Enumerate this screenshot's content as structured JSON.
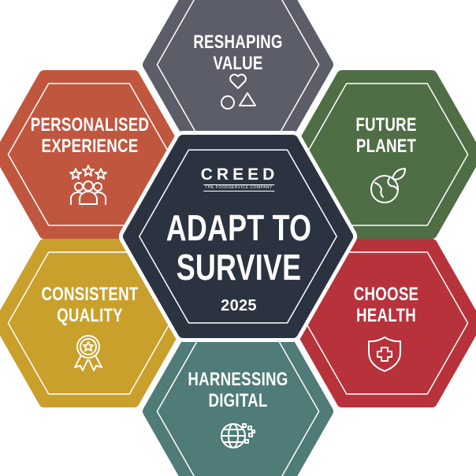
{
  "center": {
    "logo": "CREED",
    "tagline": "THE FOODSERVICE COMPANY",
    "title_line1": "ADAPT TO",
    "title_line2": "SURVIVE",
    "year": "2025",
    "color": "#2c3340"
  },
  "segments": [
    {
      "line1": "RESHAPING",
      "line2": "VALUE",
      "icon": "shapes-icon",
      "color": "#5b5d69"
    },
    {
      "line1": "PERSONALISED",
      "line2": "EXPERIENCE",
      "icon": "people-stars-icon",
      "color": "#c1563f"
    },
    {
      "line1": "FUTURE",
      "line2": "PLANET",
      "icon": "globe-leaf-icon",
      "color": "#4f6e45"
    },
    {
      "line1": "CONSISTENT",
      "line2": "QUALITY",
      "icon": "award-badge-icon",
      "color": "#c8a02b"
    },
    {
      "line1": "CHOOSE",
      "line2": "HEALTH",
      "icon": "shield-cross-icon",
      "color": "#b7323b"
    },
    {
      "line1": "HARNESSING",
      "line2": "DIGITAL",
      "icon": "digital-globe-icon",
      "color": "#4f7b78"
    }
  ]
}
